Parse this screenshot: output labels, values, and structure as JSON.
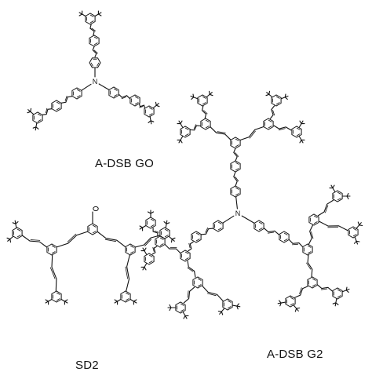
{
  "figure": {
    "labels": {
      "g0": "A-DSB GO",
      "g2": "A-DSB G2",
      "sd2": "SD2"
    },
    "atom_center": "N",
    "line_color": "#111111"
  }
}
